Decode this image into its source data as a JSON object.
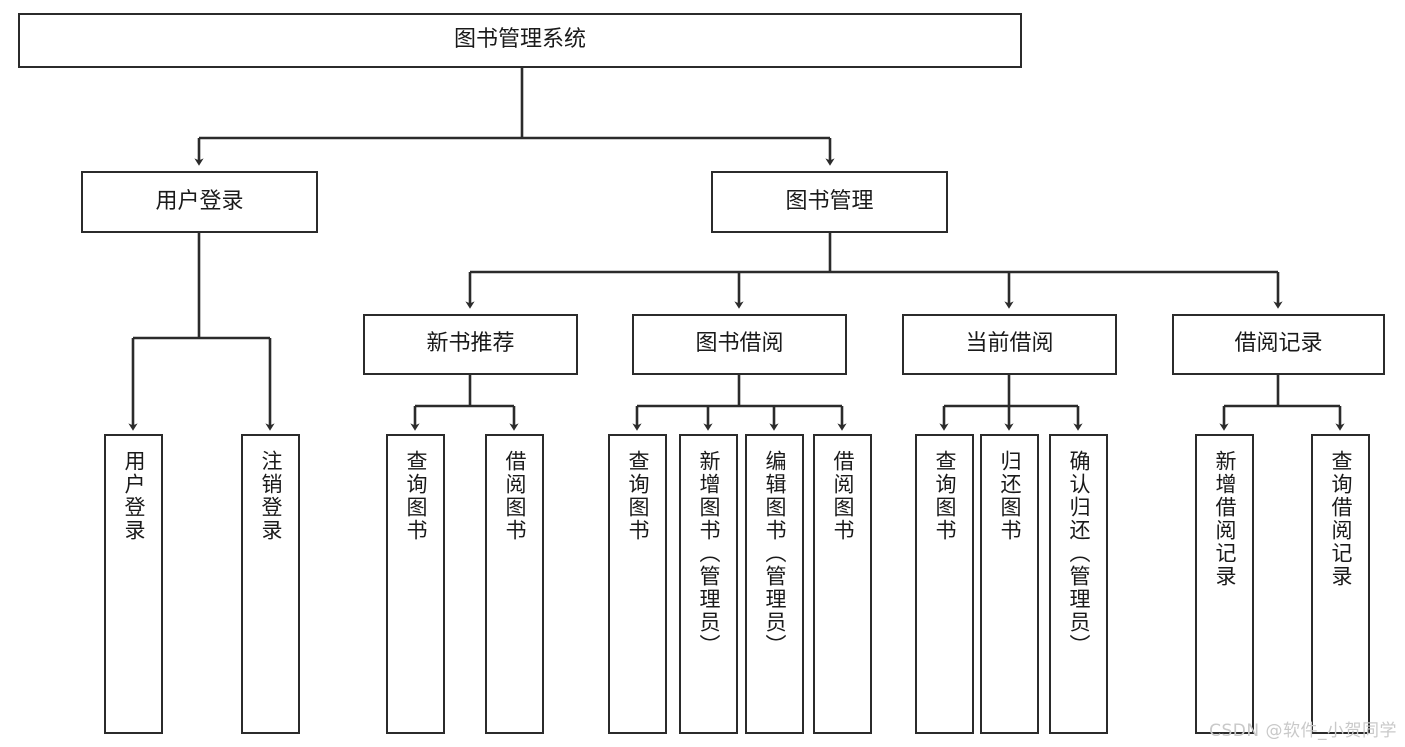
{
  "diagram": {
    "title": "图书管理系统",
    "type": "tree-hierarchy-chart",
    "watermark": "CSDN @软件_小贺同学",
    "stroke_color": "#2b2b2b",
    "fill_color": "#ffffff",
    "text_color": "#1a1a1a",
    "nodes": {
      "root": {
        "label": "图书管理系统"
      },
      "l2": [
        {
          "label": "用户登录"
        },
        {
          "label": "图书管理"
        }
      ],
      "l3": [
        {
          "label": "新书推荐"
        },
        {
          "label": "图书借阅"
        },
        {
          "label": "当前借阅"
        },
        {
          "label": "借阅记录"
        }
      ],
      "leaves_user_login": [
        {
          "label": "用户登录"
        },
        {
          "label": "注销登录"
        }
      ],
      "leaves_new_book": [
        {
          "label": "查询图书"
        },
        {
          "label": "借阅图书"
        }
      ],
      "leaves_borrow": [
        {
          "label": "查询图书"
        },
        {
          "label": "新增图书（管理员）"
        },
        {
          "label": "编辑图书（管理员）"
        },
        {
          "label": "借阅图书"
        }
      ],
      "leaves_current": [
        {
          "label": "查询图书"
        },
        {
          "label": "归还图书"
        },
        {
          "label": "确认归还（管理员）"
        }
      ],
      "leaves_record": [
        {
          "label": "新增借阅记录"
        },
        {
          "label": "查询借阅记录"
        }
      ]
    }
  }
}
